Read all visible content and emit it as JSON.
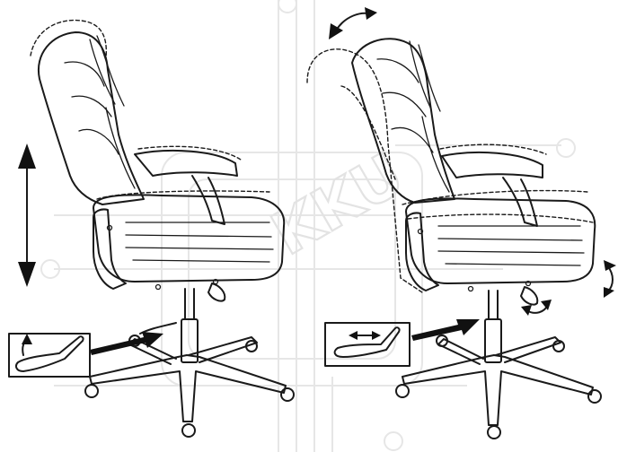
{
  "watermark": {
    "text": "KKU"
  },
  "figures": [
    {
      "id": "height-adjustment",
      "arrow_type": "vertical double arrow",
      "lever_motion": "up"
    },
    {
      "id": "tilt-adjustment",
      "arrow_type": "curved double arrows",
      "lever_motion": "left-right"
    }
  ],
  "colors": {
    "ink": "#1a1a1a",
    "watermark": "#e6e6e6",
    "background": "#ffffff"
  }
}
